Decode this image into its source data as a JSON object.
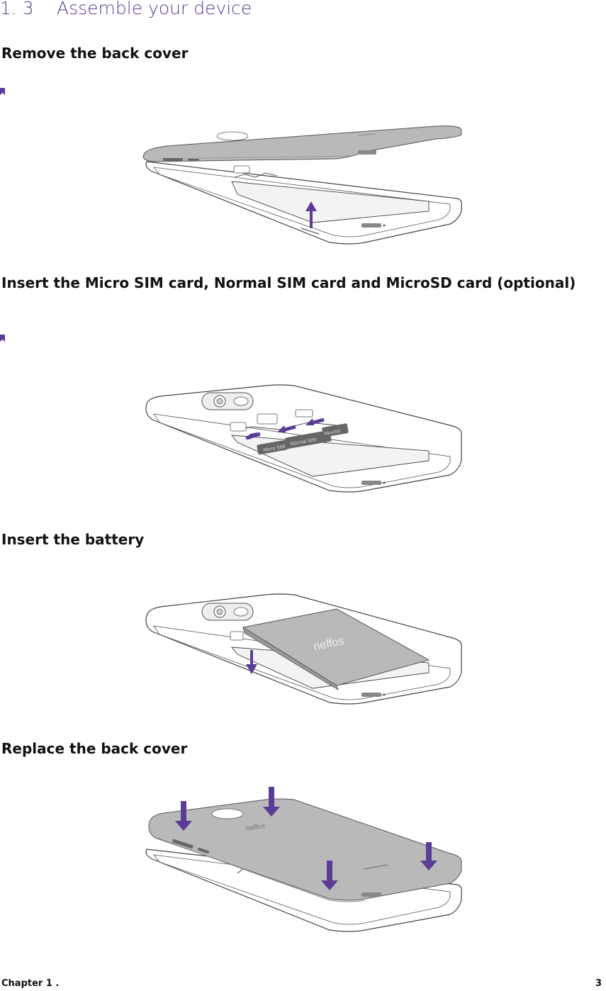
{
  "section": {
    "number": "1. 3",
    "title": "Assemble your device"
  },
  "steps": [
    {
      "title": "Remove the back cover"
    },
    {
      "title": "Insert the Micro SIM card, Normal SIM card and MicroSD card (optional)"
    },
    {
      "title": "Insert the battery"
    },
    {
      "title": "Replace the back cover"
    }
  ],
  "device": {
    "logo_text": "neffos",
    "card_labels": [
      "Micro SIM",
      "Normal SIM",
      "MicroSD"
    ]
  },
  "footer": {
    "chapter": "Chapter 1 .",
    "page": "3"
  },
  "colors": {
    "accent": "#5b3c96",
    "cover": "#b9b9b9",
    "line": "#444444"
  }
}
